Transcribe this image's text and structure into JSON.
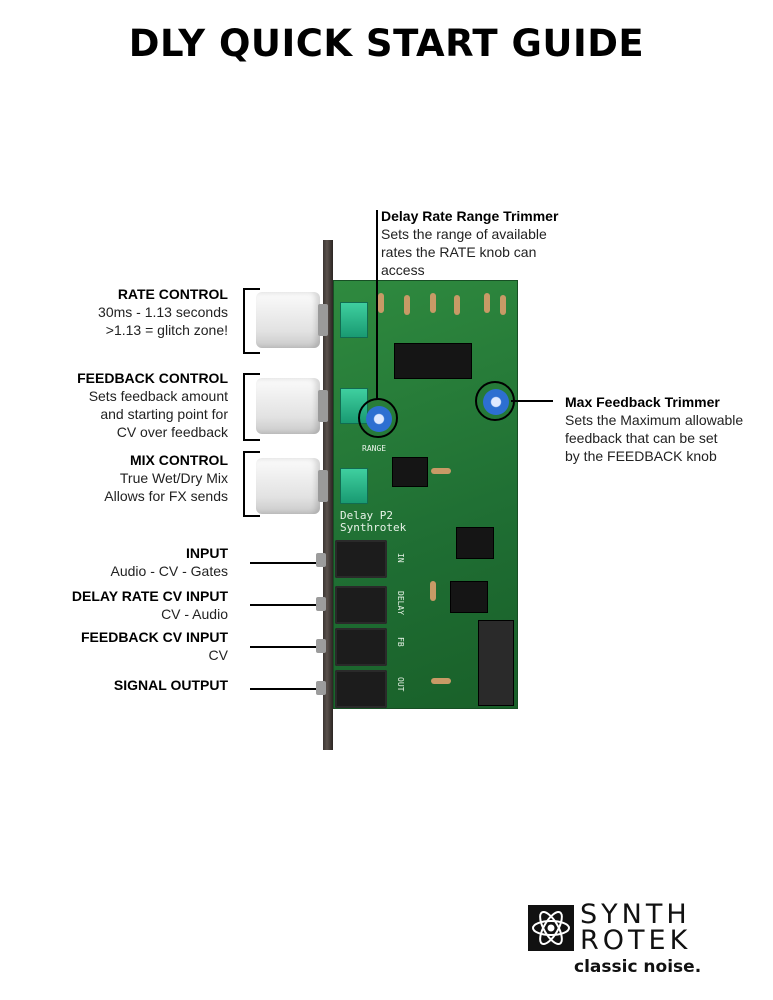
{
  "title": "DLY QUICK START GUIDE",
  "labels": {
    "rate": {
      "heading": "RATE CONTROL",
      "lines": [
        "30ms - 1.13 seconds",
        ">1.13 = glitch zone!"
      ]
    },
    "feedback": {
      "heading": "FEEDBACK CONTROL",
      "lines": [
        "Sets feedback amount",
        "and starting point for",
        "CV over feedback"
      ]
    },
    "mix": {
      "heading": "MIX CONTROL",
      "lines": [
        "True Wet/Dry Mix",
        "Allows for FX sends"
      ]
    },
    "input": {
      "heading": "INPUT",
      "lines": [
        "Audio - CV - Gates"
      ]
    },
    "delay_cv": {
      "heading": "DELAY RATE CV INPUT",
      "lines": [
        "CV - Audio"
      ]
    },
    "feedback_cv": {
      "heading": "FEEDBACK CV INPUT",
      "lines": [
        "CV"
      ]
    },
    "signal_out": {
      "heading": "SIGNAL OUTPUT"
    },
    "delay_trimmer": {
      "heading": "Delay Rate Range Trimmer",
      "lines": [
        "Sets the range of available",
        "rates the RATE knob can",
        "access"
      ]
    },
    "max_feedback": {
      "heading": "Max Feedback Trimmer",
      "lines": [
        "Sets the Maximum allowable",
        "feedback that can be set",
        "by the FEEDBACK knob"
      ]
    }
  },
  "pcb_silk": {
    "name": "Delay P2",
    "maker": "Synthrotek",
    "range": "RANGE",
    "in": "IN",
    "delay": "DELAY",
    "fb": "FB",
    "out": "OUT"
  },
  "logo": {
    "line1": "SYNTH",
    "line2": "ROTEK",
    "tagline": "classic noise."
  }
}
